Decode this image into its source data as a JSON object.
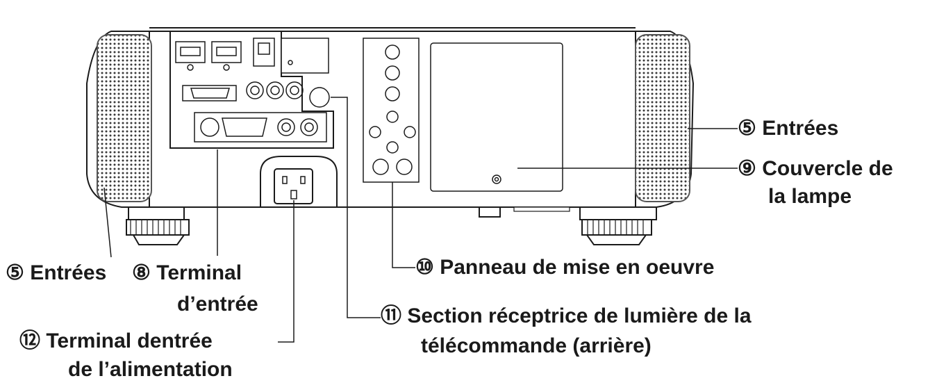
{
  "labels": {
    "entrees_right": "⑤ Entrées",
    "couvercle_line1": "⑨  Couvercle de",
    "couvercle_line2": "la lampe",
    "entrees_left": "⑤ Entrées",
    "terminal_entree_line1": "⑧  Terminal",
    "terminal_entree_line2": "d’entrée",
    "panneau": "⑩ Panneau de mise en oeuvre",
    "section_line1": "⑪  Section réceptrice de lumière de la",
    "section_line2": "télécommande (arrière)",
    "alimentation_line1": "⑫  Terminal dentrée",
    "alimentation_line2": "de l’alimentation"
  },
  "colors": {
    "line": "#1a1a1a",
    "text": "#1a1a1a",
    "grille": "#bdbdbd"
  }
}
